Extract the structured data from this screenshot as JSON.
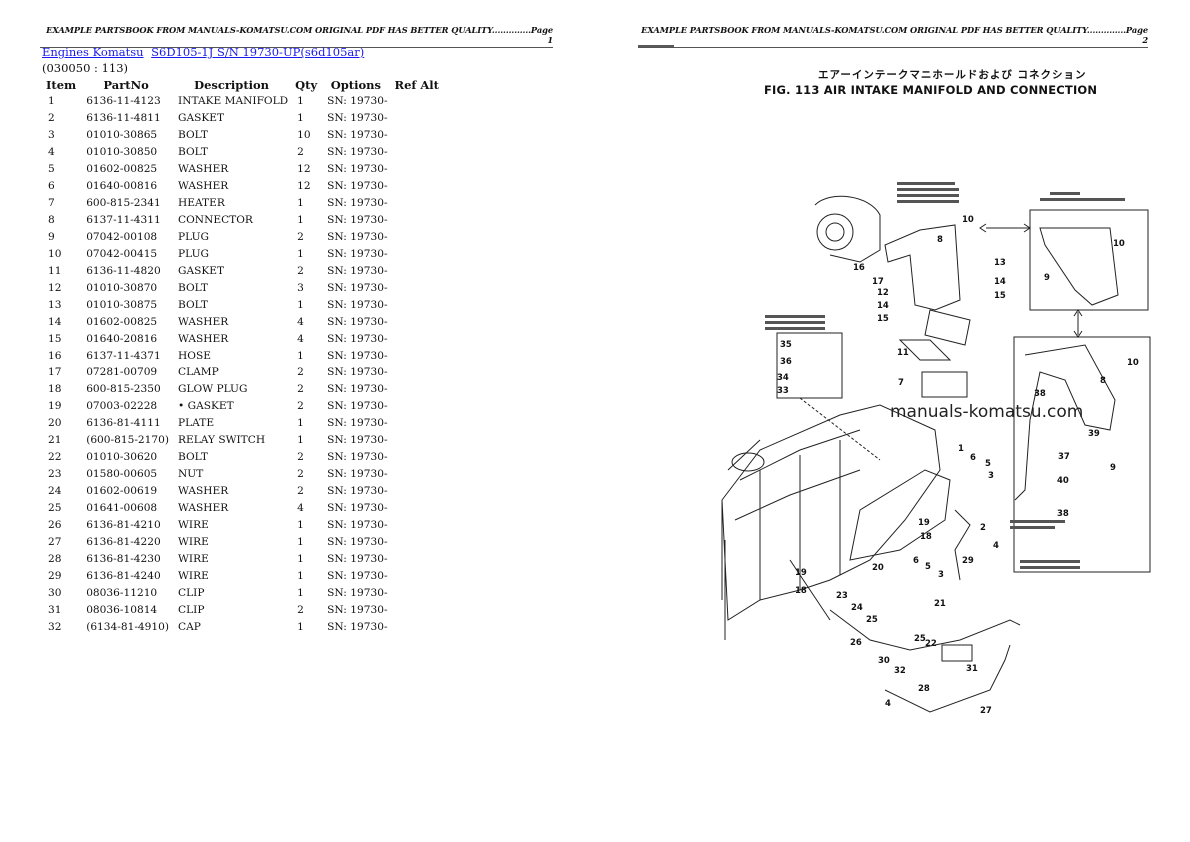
{
  "page1": {
    "header": "EXAMPLE PARTSBOOK FROM MANUALS-KOMATSU.COM ORIGINAL PDF HAS BETTER QUALITY..............Page 1",
    "breadcrumb": [
      "Engines Komatsu",
      "S6D105-1J S/N 19730-UP(s6d105ar)"
    ],
    "group": "(030050 : 113)",
    "columns": [
      "Item",
      "PartNo",
      "Description",
      "Qty",
      "Options",
      "Ref Alt"
    ],
    "rows": [
      [
        "1",
        "6136-11-4123",
        "INTAKE MANIFOLD",
        "1",
        "SN: 19730-"
      ],
      [
        "2",
        "6136-11-4811",
        "GASKET",
        "1",
        "SN: 19730-"
      ],
      [
        "3",
        "01010-30865",
        "BOLT",
        "10",
        "SN: 19730-"
      ],
      [
        "4",
        "01010-30850",
        "BOLT",
        "2",
        "SN: 19730-"
      ],
      [
        "5",
        "01602-00825",
        "WASHER",
        "12",
        "SN: 19730-"
      ],
      [
        "6",
        "01640-00816",
        "WASHER",
        "12",
        "SN: 19730-"
      ],
      [
        "7",
        "600-815-2341",
        "HEATER",
        "1",
        "SN: 19730-"
      ],
      [
        "8",
        "6137-11-4311",
        "CONNECTOR",
        "1",
        "SN: 19730-"
      ],
      [
        "9",
        "07042-00108",
        "PLUG",
        "2",
        "SN: 19730-"
      ],
      [
        "10",
        "07042-00415",
        "PLUG",
        "1",
        "SN: 19730-"
      ],
      [
        "11",
        "6136-11-4820",
        "GASKET",
        "2",
        "SN: 19730-"
      ],
      [
        "12",
        "01010-30870",
        "BOLT",
        "3",
        "SN: 19730-"
      ],
      [
        "13",
        "01010-30875",
        "BOLT",
        "1",
        "SN: 19730-"
      ],
      [
        "14",
        "01602-00825",
        "WASHER",
        "4",
        "SN: 19730-"
      ],
      [
        "15",
        "01640-20816",
        "WASHER",
        "4",
        "SN: 19730-"
      ],
      [
        "16",
        "6137-11-4371",
        "HOSE",
        "1",
        "SN: 19730-"
      ],
      [
        "17",
        "07281-00709",
        "CLAMP",
        "2",
        "SN: 19730-"
      ],
      [
        "18",
        "600-815-2350",
        "GLOW PLUG",
        "2",
        "SN: 19730-"
      ],
      [
        "19",
        "07003-02228",
        "• GASKET",
        "2",
        "SN: 19730-"
      ],
      [
        "20",
        "6136-81-4111",
        "PLATE",
        "1",
        "SN: 19730-"
      ],
      [
        "21",
        "(600-815-2170)",
        "RELAY SWITCH",
        "1",
        "SN: 19730-"
      ],
      [
        "22",
        "01010-30620",
        "BOLT",
        "2",
        "SN: 19730-"
      ],
      [
        "23",
        "01580-00605",
        "NUT",
        "2",
        "SN: 19730-"
      ],
      [
        "24",
        "01602-00619",
        "WASHER",
        "2",
        "SN: 19730-"
      ],
      [
        "25",
        "01641-00608",
        "WASHER",
        "4",
        "SN: 19730-"
      ],
      [
        "26",
        "6136-81-4210",
        "WIRE",
        "1",
        "SN: 19730-"
      ],
      [
        "27",
        "6136-81-4220",
        "WIRE",
        "1",
        "SN: 19730-"
      ],
      [
        "28",
        "6136-81-4230",
        "WIRE",
        "1",
        "SN: 19730-"
      ],
      [
        "29",
        "6136-81-4240",
        "WIRE",
        "1",
        "SN: 19730-"
      ],
      [
        "30",
        "08036-11210",
        "CLIP",
        "1",
        "SN: 19730-"
      ],
      [
        "31",
        "08036-10814",
        "CLIP",
        "2",
        "SN: 19730-"
      ],
      [
        "32",
        "(6134-81-4910)",
        "CAP",
        "1",
        "SN: 19730-"
      ]
    ]
  },
  "page2": {
    "header": "EXAMPLE PARTSBOOK FROM MANUALS-KOMATSU.COM ORIGINAL PDF HAS BETTER QUALITY..............Page 2",
    "figure_title_jp": "エアーインテークマニホールドおよび コネクション",
    "figure_title": "FIG. 113  AIR INTAKE MANIFOLD AND CONNECTION",
    "watermark": "manuals-komatsu.com",
    "callouts": [
      "17",
      "16",
      "8",
      "10",
      "13",
      "14",
      "15",
      "12",
      "14",
      "15",
      "11",
      "7",
      "35",
      "36",
      "34",
      "33",
      "10",
      "8",
      "38",
      "39",
      "37",
      "40",
      "38",
      "9",
      "10",
      "9",
      "1",
      "6",
      "5",
      "3",
      "4",
      "2",
      "19",
      "18",
      "29",
      "19",
      "18",
      "20",
      "6",
      "5",
      "3",
      "21",
      "23",
      "24",
      "25",
      "22",
      "26",
      "30",
      "32",
      "25",
      "31",
      "28",
      "27",
      "4"
    ]
  }
}
